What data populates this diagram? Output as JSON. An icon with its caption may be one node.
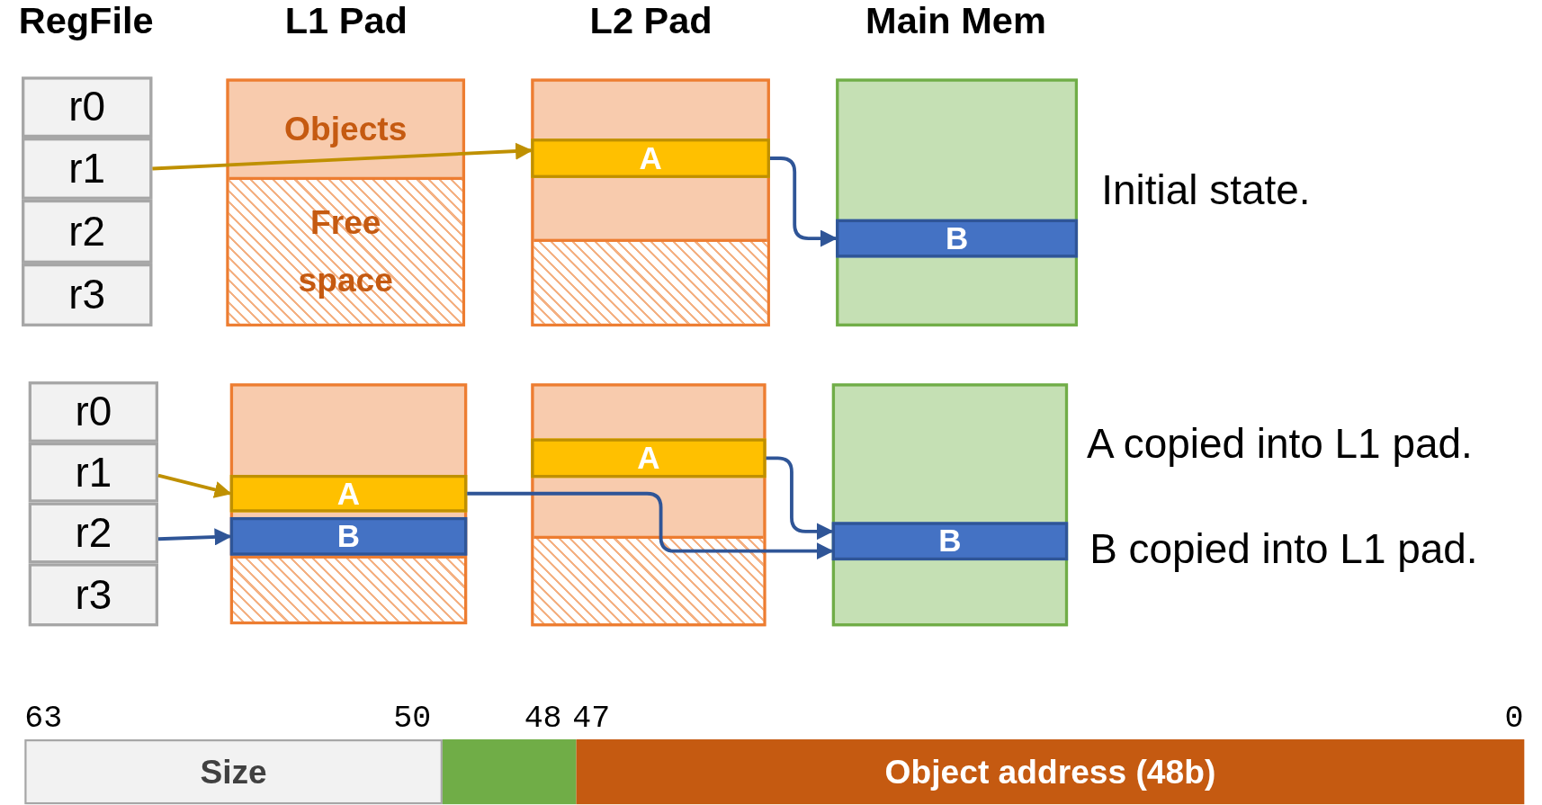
{
  "diagram": {
    "nodes": [
      {
        "text": [
          "r0"
        ]
      },
      {
        "text": [
          "r1"
        ]
      },
      {
        "text": [
          "r2"
        ]
      },
      {
        "text": [
          "r3"
        ]
      },
      {
        "text": [],
        "shape": "box"
      },
      {
        "text": [
          "Objects"
        ],
        "in": 4
      },
      {
        "text": [
          "Free space"
        ],
        "in": 4
      },
      {
        "text": [],
        "shape": "box"
      },
      {
        "text": [
          "A"
        ],
        "in": 7
      },
      {
        "text": [],
        "shape": "box"
      },
      {
        "text": [
          "B"
        ],
        "in": 9
      },
      {
        "text": [
          "r0"
        ]
      },
      {
        "text": [
          "r1"
        ]
      },
      {
        "text": [
          "r2"
        ]
      },
      {
        "text": [
          "r3"
        ]
      },
      {
        "text": [],
        "shape": "box"
      },
      {
        "text": [
          "A"
        ],
        "in": 15
      },
      {
        "text": [
          "B"
        ],
        "in": 15
      },
      {
        "text": [],
        "shape": "box"
      },
      {
        "text": [
          "A"
        ],
        "in": 18
      },
      {
        "text": [],
        "shape": "box"
      },
      {
        "text": [
          "B"
        ],
        "in": 20
      },
      {
        "text": [
          "Size"
        ]
      },
      {
        "text": [],
        "shape": "bar"
      },
      {
        "text": [
          "Object address (48b)"
        ]
      }
    ],
    "edges": [
      {
        "from": 1,
        "to": 8,
        "arrow": "to",
        "color": "#bf9000"
      },
      {
        "from": 8,
        "to": 10,
        "arrow": "to"
      },
      {
        "from": 12,
        "to": 16,
        "arrow": "to",
        "color": "#bf9000"
      },
      {
        "from": 13,
        "to": 17,
        "arrow": "to"
      },
      {
        "from": 19,
        "to": 21,
        "arrow": "to"
      },
      {
        "from": 16,
        "to": 21,
        "arrow": "to"
      }
    ],
    "labels": [
      "RegFile",
      "L1 Pad",
      "L2 Pad",
      "Main Mem",
      "Initial state.",
      "A copied into L1 pad.",
      "B copied into L1 pad.",
      "63",
      "50",
      "48",
      "47",
      "0"
    ]
  }
}
